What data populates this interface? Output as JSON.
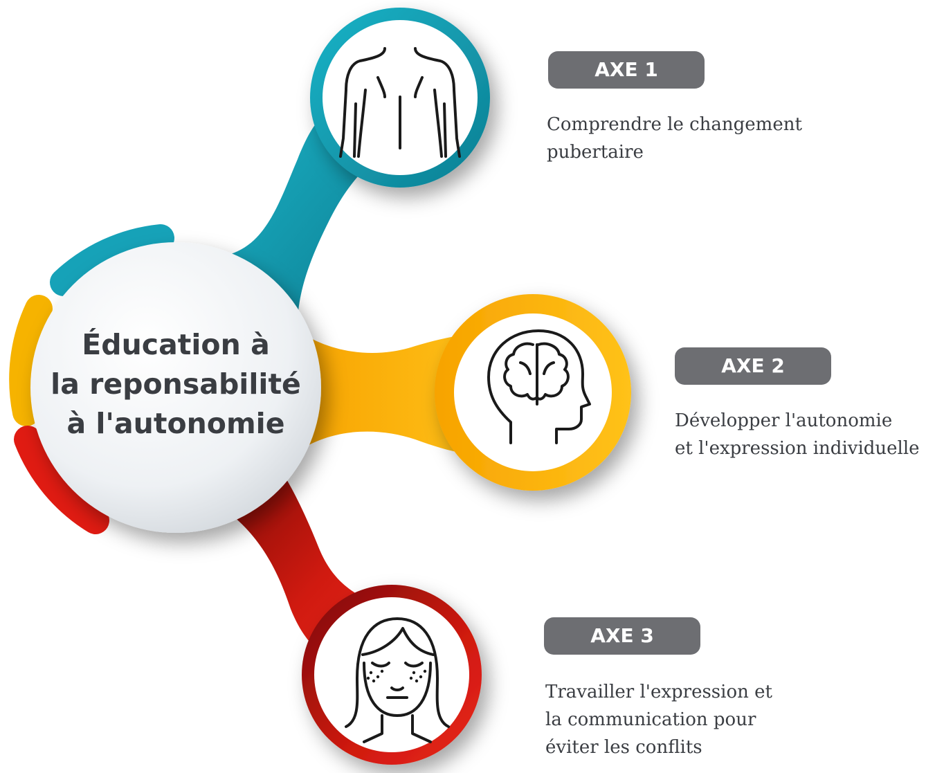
{
  "center": {
    "lines": [
      "Éducation à",
      "la reponsabilité",
      "à l'autonomie"
    ]
  },
  "colors": {
    "teal": "#16a2b8",
    "yellow": "#f6b300",
    "red": "#e01b12",
    "badge": "#6d6e72",
    "text": "#3a3d42"
  },
  "axes": [
    {
      "badge": "AXE 1",
      "lines": [
        "Comprendre le changement",
        "pubertaire"
      ],
      "icon": "torso-back-icon",
      "color": "teal"
    },
    {
      "badge": "AXE 2",
      "lines": [
        "Développer l'autonomie",
        "et l'expression individuelle"
      ],
      "icon": "brain-head-icon",
      "color": "yellow"
    },
    {
      "badge": "AXE 3",
      "lines": [
        "Travailler l'expression et",
        "la communication pour",
        "éviter les conflits"
      ],
      "icon": "face-freckles-icon",
      "color": "red"
    }
  ]
}
